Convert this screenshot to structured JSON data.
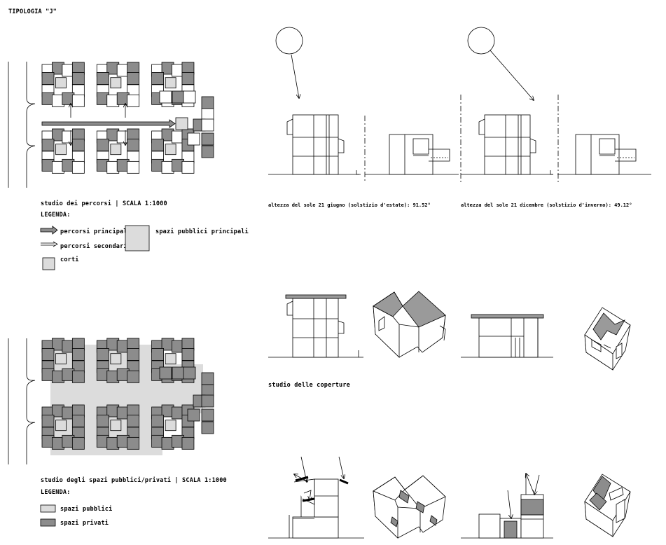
{
  "title": "TIPOLOGIA \"J\"",
  "percorsi": {
    "caption": "studio dei percorsi | SCALA 1:1000",
    "legend_title": "LEGENDA:",
    "principali": "percorsi principali",
    "secondari": "percorsi secondari",
    "corti": "corti",
    "spazi_principali": "spazi pubblici principali"
  },
  "spazi": {
    "caption": "studio degli spazi pubblici/privati | SCALA 1:1000",
    "legend_title": "LEGENDA:",
    "pubblici": "spazi pubblici",
    "privati": "spazi privati"
  },
  "sole": {
    "estate": "altezza del sole 21 giugno  (solstizio d'estate): 91.52°",
    "inverno": "altezza del sole 21 dicembre  (solstizio d'inverno): 49.12°"
  },
  "coperture": "studio delle coperture",
  "colors": {
    "dark": "#8c8c8c",
    "light": "#dcdcdc",
    "roof": "#9a9a9a"
  }
}
